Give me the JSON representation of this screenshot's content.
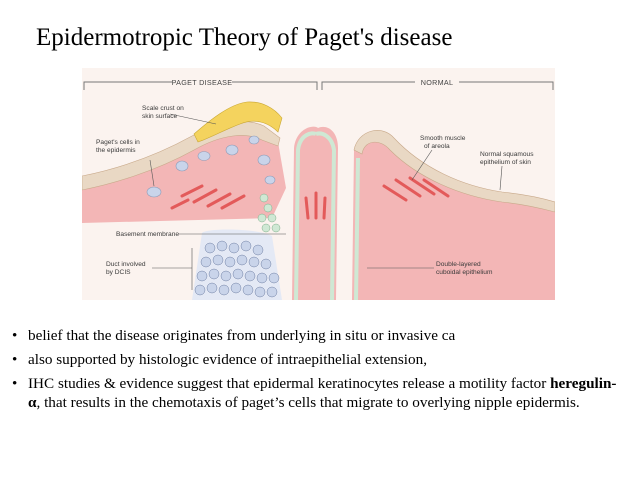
{
  "slide": {
    "title": "Epidermotropic Theory of Paget's disease"
  },
  "figure": {
    "header_left": "PAGET DISEASE",
    "header_right": "NORMAL",
    "labels": {
      "scale_crust": [
        "Scale crust on",
        "skin surface"
      ],
      "pagets_cells": [
        "Paget's cells in",
        "the epidermis"
      ],
      "basement": [
        "Basement membrane"
      ],
      "duct_dcis": [
        "Duct involved",
        "by DCIS"
      ],
      "smooth_muscle": [
        "Smooth muscle",
        "of areola"
      ],
      "normal_squamous": [
        "Normal squamous",
        "epithelium of skin"
      ],
      "double_layered": [
        "Double-layered",
        "cuboidal epithelium"
      ]
    },
    "colors": {
      "stroma": "#f3b6b6",
      "crust": "#f4d35e",
      "epithelium": "#e9d8c4",
      "muscle": "#e35a5a",
      "duct_cells": "#c9d4ea",
      "cuboidal": "#cfe8d4"
    }
  },
  "bullets": [
    {
      "text": "belief that the disease originates from underlying in situ or invasive ca"
    },
    {
      "text": "also supported by histologic evidence of intraepithelial extension,"
    },
    {
      "pre": "IHC studies & evidence suggest that epidermal keratinocytes release a motility factor ",
      "bold": "heregulin-α",
      "post": ", that results in the chemotaxis of paget’s cells that migrate to overlying nipple epidermis."
    }
  ],
  "bullet_char": "•"
}
